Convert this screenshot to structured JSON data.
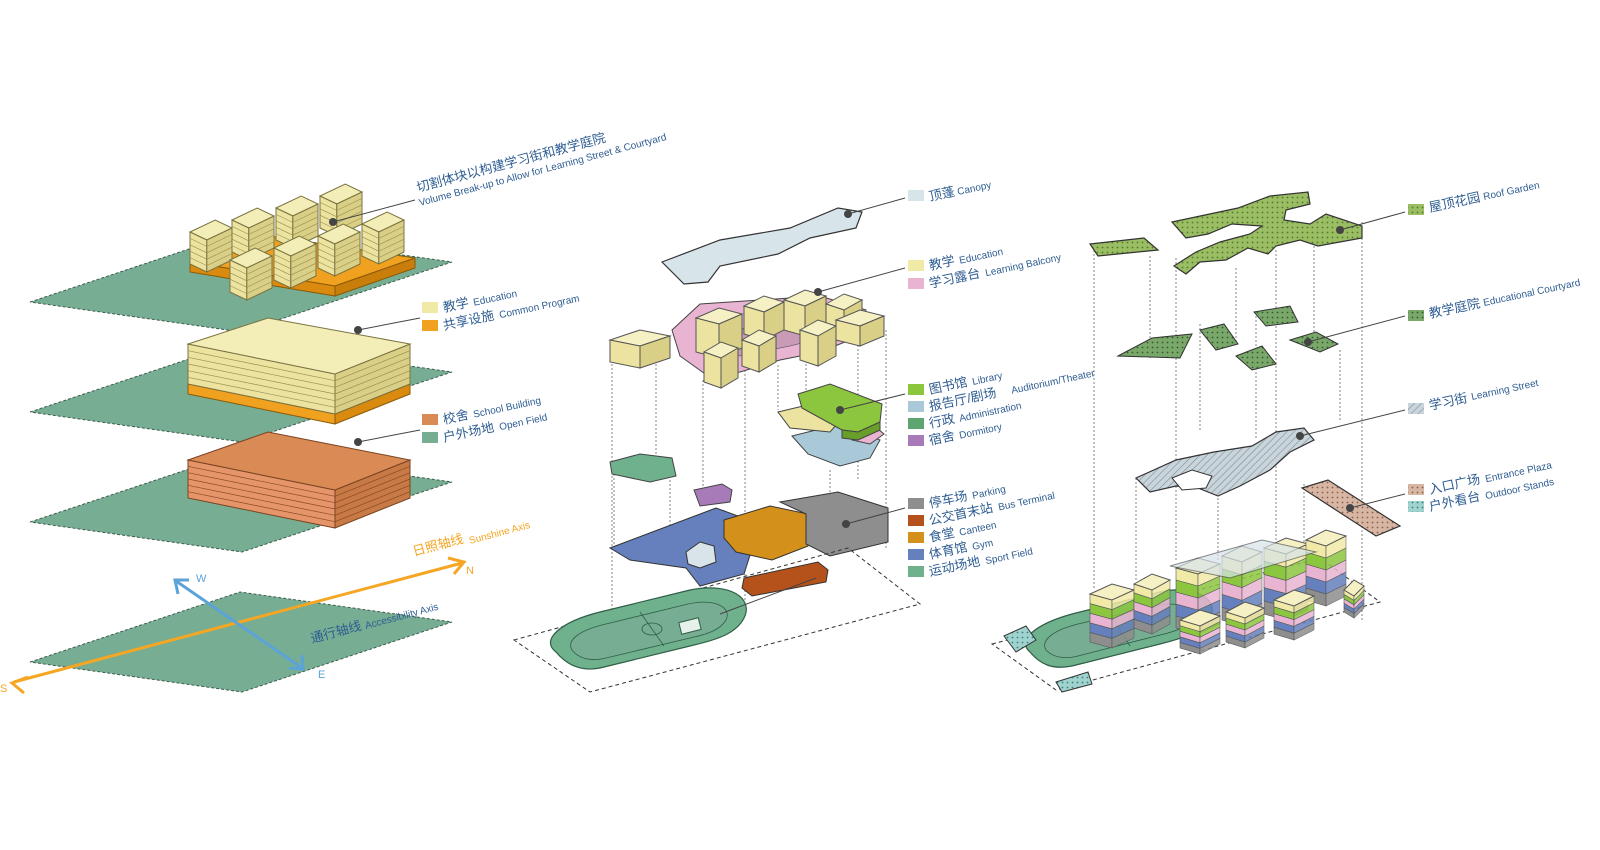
{
  "colors": {
    "education": "#f1eaa6",
    "common_program": "#f0a11f",
    "school_building": "#d98a55",
    "open_field": "#77ad93",
    "learning_balcony": "#e9b4d2",
    "canopy": "#d7e4ea",
    "library": "#8cc63f",
    "auditorium": "#a9c9d8",
    "administration": "#5ea571",
    "dormitory": "#a77ab8",
    "parking": "#8e8e8e",
    "bus_terminal": "#b5521c",
    "canteen": "#d3911c",
    "gym": "#6580bd",
    "sport_field": "#6fb08d",
    "roof_garden": "#9bbd63",
    "educational_courtyard": "#7aa86b",
    "learning_street": "#b8c6cf",
    "entrance_plaza": "#d8b6a4",
    "outdoor_stands": "#9fd3cf",
    "axis_orange": "#f5a623",
    "axis_blue": "#5ba3d8",
    "label_blue": "#2e5d92",
    "line": "#333333"
  },
  "col1": {
    "volume_breakup": {
      "zh": "切割体块以构建学习街和教学庭院",
      "en": "Volume Break-up to Allow for Learning Street & Courtyard"
    },
    "legend_a": [
      {
        "zh": "教学",
        "en": "Education",
        "color": "education"
      },
      {
        "zh": "共享设施",
        "en": "Common Program",
        "color": "common_program"
      }
    ],
    "legend_b": [
      {
        "zh": "校舍",
        "en": "School Building",
        "color": "school_building"
      },
      {
        "zh": "户外场地",
        "en": "Open Field",
        "color": "open_field"
      }
    ],
    "sunshine_axis": {
      "zh": "日照轴线",
      "en": "Sunshine Axis"
    },
    "accessibility_axis": {
      "zh": "通行轴线",
      "en": "Accessibility Axis"
    },
    "compass": {
      "n": "N",
      "s": "S",
      "w": "W",
      "e": "E"
    }
  },
  "col2": {
    "canopy": {
      "zh": "顶蓬",
      "en": "Canopy"
    },
    "legend_a": [
      {
        "zh": "教学",
        "en": "Education",
        "color": "education"
      },
      {
        "zh": "学习露台",
        "en": "Learning Balcony",
        "color": "learning_balcony"
      }
    ],
    "legend_b": [
      {
        "zh": "图书馆",
        "en": "Library",
        "color": "library"
      },
      {
        "zh": "报告厅/剧场",
        "en": "Auditorium/Theater",
        "color": "auditorium"
      },
      {
        "zh": "行政",
        "en": "Administration",
        "color": "administration"
      },
      {
        "zh": "宿舍",
        "en": "Dormitory",
        "color": "dormitory"
      }
    ],
    "legend_c": [
      {
        "zh": "停车场",
        "en": "Parking",
        "color": "parking"
      },
      {
        "zh": "公交首末站",
        "en": "Bus Terminal",
        "color": "bus_terminal"
      },
      {
        "zh": "食堂",
        "en": "Canteen",
        "color": "canteen"
      },
      {
        "zh": "体育馆",
        "en": "Gym",
        "color": "gym"
      },
      {
        "zh": "运动场地",
        "en": "Sport Field",
        "color": "sport_field"
      }
    ]
  },
  "col3": {
    "roof_garden": {
      "zh": "屋顶花园",
      "en": "Roof Garden"
    },
    "educational_courtyard": {
      "zh": "教学庭院",
      "en": "Educational Courtyard"
    },
    "learning_street": {
      "zh": "学习街",
      "en": "Learning Street"
    },
    "legend_a": [
      {
        "zh": "入口广场",
        "en": "Entrance Plaza",
        "color": "entrance_plaza"
      },
      {
        "zh": "户外看台",
        "en": "Outdoor Stands",
        "color": "outdoor_stands"
      }
    ]
  }
}
